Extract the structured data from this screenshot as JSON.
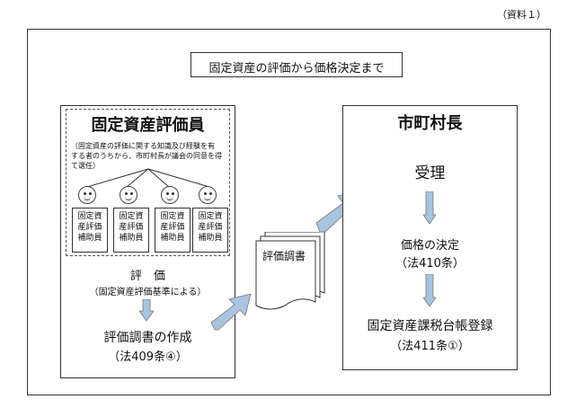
{
  "doc_label": "（資料１）",
  "title": "固定資産の評価から価格決定まで",
  "evaluator": {
    "heading": "固定資産評価員",
    "note_line1": "（固定資産の評価に関する知識及び経験を有",
    "note_line2": "する者のうちから、市町村長が議会の同意を得",
    "note_line3": "て選任）",
    "assistants": [
      {
        "line1": "固定資",
        "line2": "産評価",
        "line3": "補助員"
      },
      {
        "line1": "固定資",
        "line2": "産評価",
        "line3": "補助員"
      },
      {
        "line1": "固定資",
        "line2": "産評価",
        "line3": "補助員"
      },
      {
        "line1": "固定資",
        "line2": "産評価",
        "line3": "補助員"
      }
    ],
    "step_eval": "評　価",
    "step_eval_note": "（固定資産評価基準による）",
    "step_create": "評価調書の作成",
    "step_create_law": "（法409条④）"
  },
  "document_label": "評価調書",
  "mayor": {
    "heading": "市町村長",
    "step_receive": "受理",
    "step_price": "価格の決定",
    "step_price_law": "（法410条）",
    "step_register": "固定資産課税台帳登録",
    "step_register_law": "（法411条①）"
  }
}
